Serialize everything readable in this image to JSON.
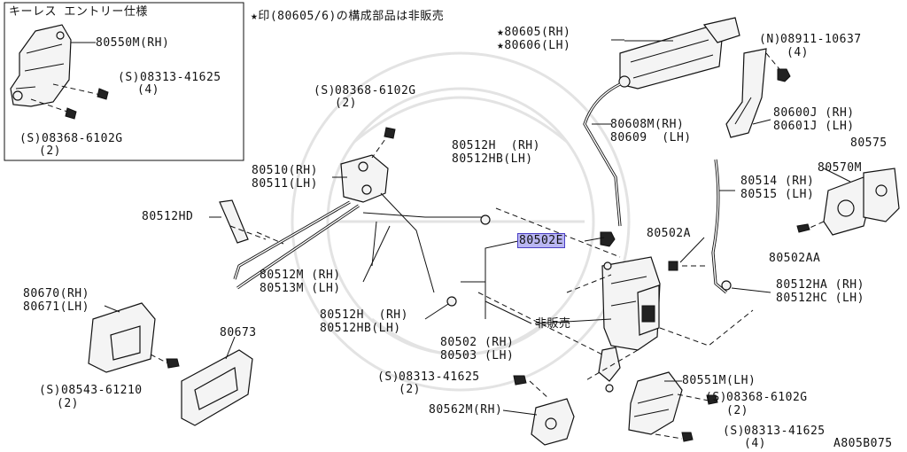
{
  "inset": {
    "title": "キーレス エントリー仕様",
    "part_80550m": "80550M(RH)",
    "bolt_08313": "08313-41625",
    "bolt_08313_qty": "(4)",
    "bolt_08368": "08368-6102G",
    "bolt_08368_qty": "(2)"
  },
  "note": "★印(80605/6)の構成部品は非販売",
  "labels": {
    "p80605": "★80605(RH)",
    "p80606": "★80606(LH)",
    "p08911": "08911-10637",
    "p08911_qty": "(4)",
    "p08368_top": "08368-6102G",
    "p08368_top_qty": "(2)",
    "p80608m": "80608M(RH)",
    "p80609": "80609  (LH)",
    "p80600j": "80600J (RH)",
    "p80601j": "80601J (LH)",
    "p80575": "80575",
    "p80570m": "80570M",
    "p80510": "80510(RH)",
    "p80511": "80511(LH)",
    "p80512h_top": "80512H  (RH)",
    "p80512hb_top": "80512HB(LH)",
    "p80514": "80514 (RH)",
    "p80515": "80515 (LH)",
    "p80512hd": "80512HD",
    "p80502e": "80502E",
    "p80502a": "80502A",
    "p80502aa": "80502AA",
    "p80512m": "80512M (RH)",
    "p80513m": "80513M (LH)",
    "p80512ha": "80512HA (RH)",
    "p80512hc": "80512HC (LH)",
    "p80670": "80670(RH)",
    "p80671": "80671(LH)",
    "p80673": "80673",
    "p80512h_mid": "80512H  (RH)",
    "p80512hb_mid": "80512HB(LH)",
    "hihanbai": "非販売",
    "p80502": "80502 (RH)",
    "p80503": "80503 (LH)",
    "p08543": "08543-61210",
    "p08543_qty": "(2)",
    "p08313_mid": "08313-41625",
    "p08313_mid_qty": "(2)",
    "p80551m": "80551M(LH)",
    "p08368_bot": "08368-6102G",
    "p08368_bot_qty": "(2)",
    "p80562m": "80562M(RH)",
    "p08313_bot": "08313-41625",
    "p08313_bot_qty": "(4)",
    "diagram_code": "A805B075"
  },
  "symbols": {
    "s_mark": "S",
    "n_mark": "N"
  }
}
